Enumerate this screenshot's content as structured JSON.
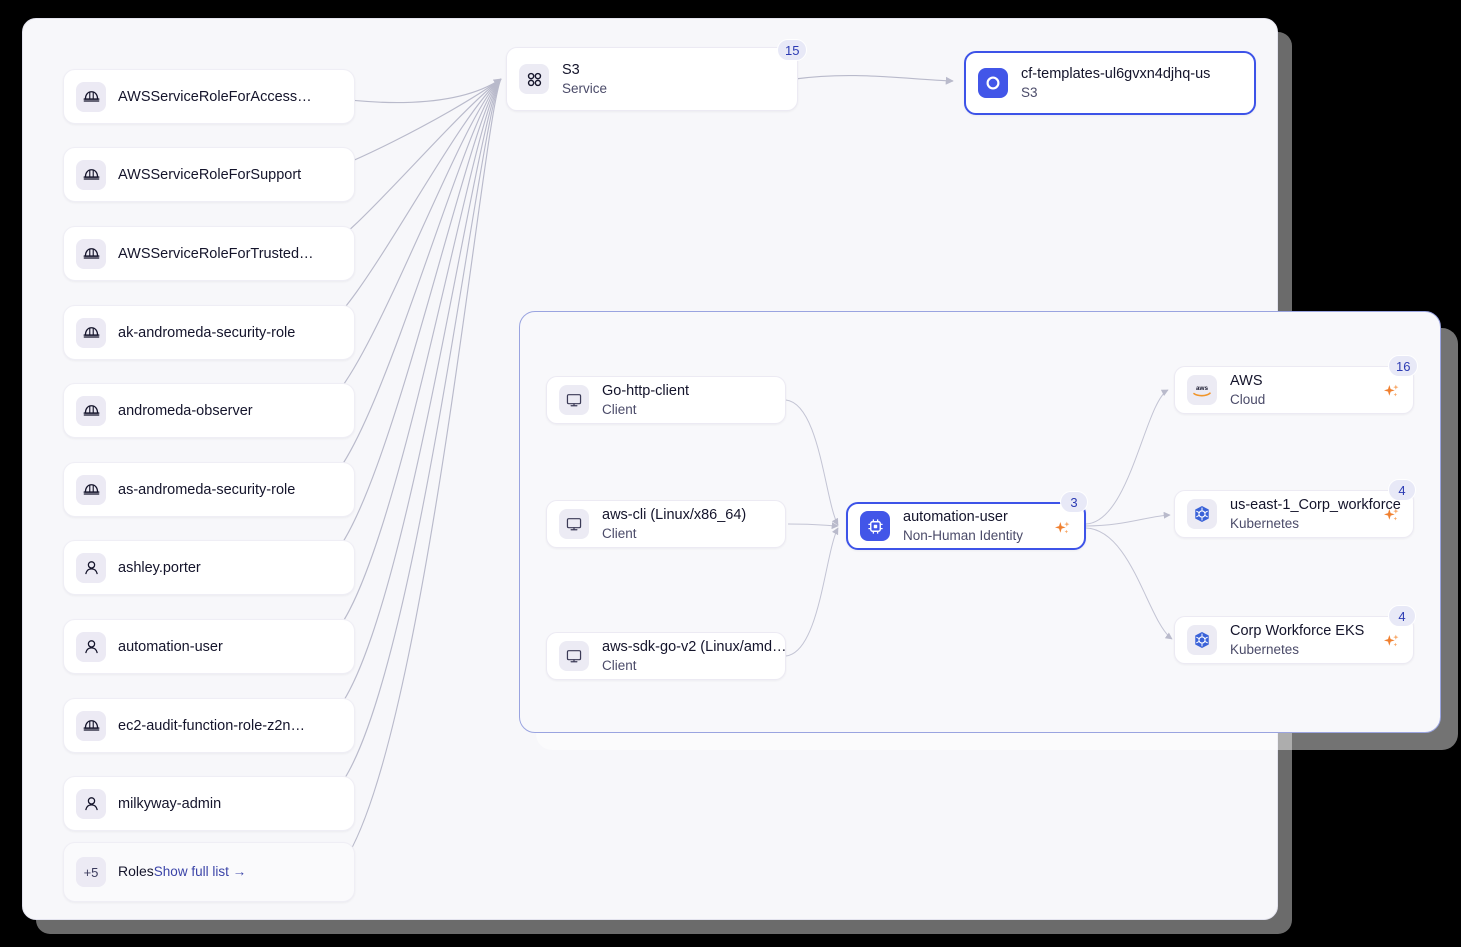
{
  "left_list": {
    "items": [
      {
        "label": "AWSServiceRoleForAccess…",
        "icon": "hardhat-icon"
      },
      {
        "label": "AWSServiceRoleForSupport",
        "icon": "hardhat-icon"
      },
      {
        "label": "AWSServiceRoleForTrusted…",
        "icon": "hardhat-icon"
      },
      {
        "label": "ak-andromeda-security-role",
        "icon": "hardhat-icon"
      },
      {
        "label": "andromeda-observer",
        "icon": "hardhat-icon"
      },
      {
        "label": "as-andromeda-security-role",
        "icon": "hardhat-icon"
      },
      {
        "label": "ashley.porter",
        "icon": "user-icon"
      },
      {
        "label": "automation-user",
        "icon": "user-icon"
      },
      {
        "label": "ec2-audit-function-role-z2n…",
        "icon": "hardhat-icon"
      },
      {
        "label": "milkyway-admin",
        "icon": "user-icon"
      }
    ],
    "more": {
      "count": "+5",
      "title": "Roles",
      "link": "Show full list →"
    }
  },
  "graph_top": {
    "service_node": {
      "title": "S3",
      "subtitle": "Service",
      "badge": "15",
      "icon": "four-dots-grid-icon"
    },
    "bucket_node": {
      "title": "cf-templates-ul6gvxn4djhq-us",
      "subtitle": "S3",
      "icon": "bucket-ring-icon",
      "selected": true,
      "accent": "#3d53e8"
    }
  },
  "graph_detail": {
    "clients": [
      {
        "title": "Go-http-client",
        "subtitle": "Client",
        "icon": "monitor-icon"
      },
      {
        "title": "aws-cli (Linux/x86_64)",
        "subtitle": "Client",
        "icon": "monitor-icon"
      },
      {
        "title": "aws-sdk-go-v2 (Linux/amd…",
        "subtitle": "Client",
        "icon": "monitor-icon"
      }
    ],
    "identity": {
      "title": "automation-user",
      "subtitle": "Non-Human Identity",
      "badge": "3",
      "icon": "chip-icon",
      "sparkle": "sparkle-icon",
      "selected": true
    },
    "targets": [
      {
        "title": "AWS",
        "subtitle": "Cloud",
        "badge": "16",
        "icon": "aws-logo-icon",
        "sparkle": "sparkle-icon"
      },
      {
        "title": "us-east-1_Corp_workforce",
        "subtitle": "Kubernetes",
        "badge": "4",
        "icon": "kubernetes-icon",
        "sparkle": "sparkle-icon"
      },
      {
        "title": "Corp Workforce EKS",
        "subtitle": "Kubernetes",
        "badge": "4",
        "icon": "kubernetes-icon",
        "sparkle": "sparkle-icon"
      }
    ]
  },
  "colors": {
    "accent": "#3d53e8",
    "badge_bg": "#e8e9f7",
    "badge_text": "#2c3bb3",
    "sparkle": "#f08030",
    "edge": "#b9bacb",
    "panel_bg": "#f7f7fa"
  }
}
